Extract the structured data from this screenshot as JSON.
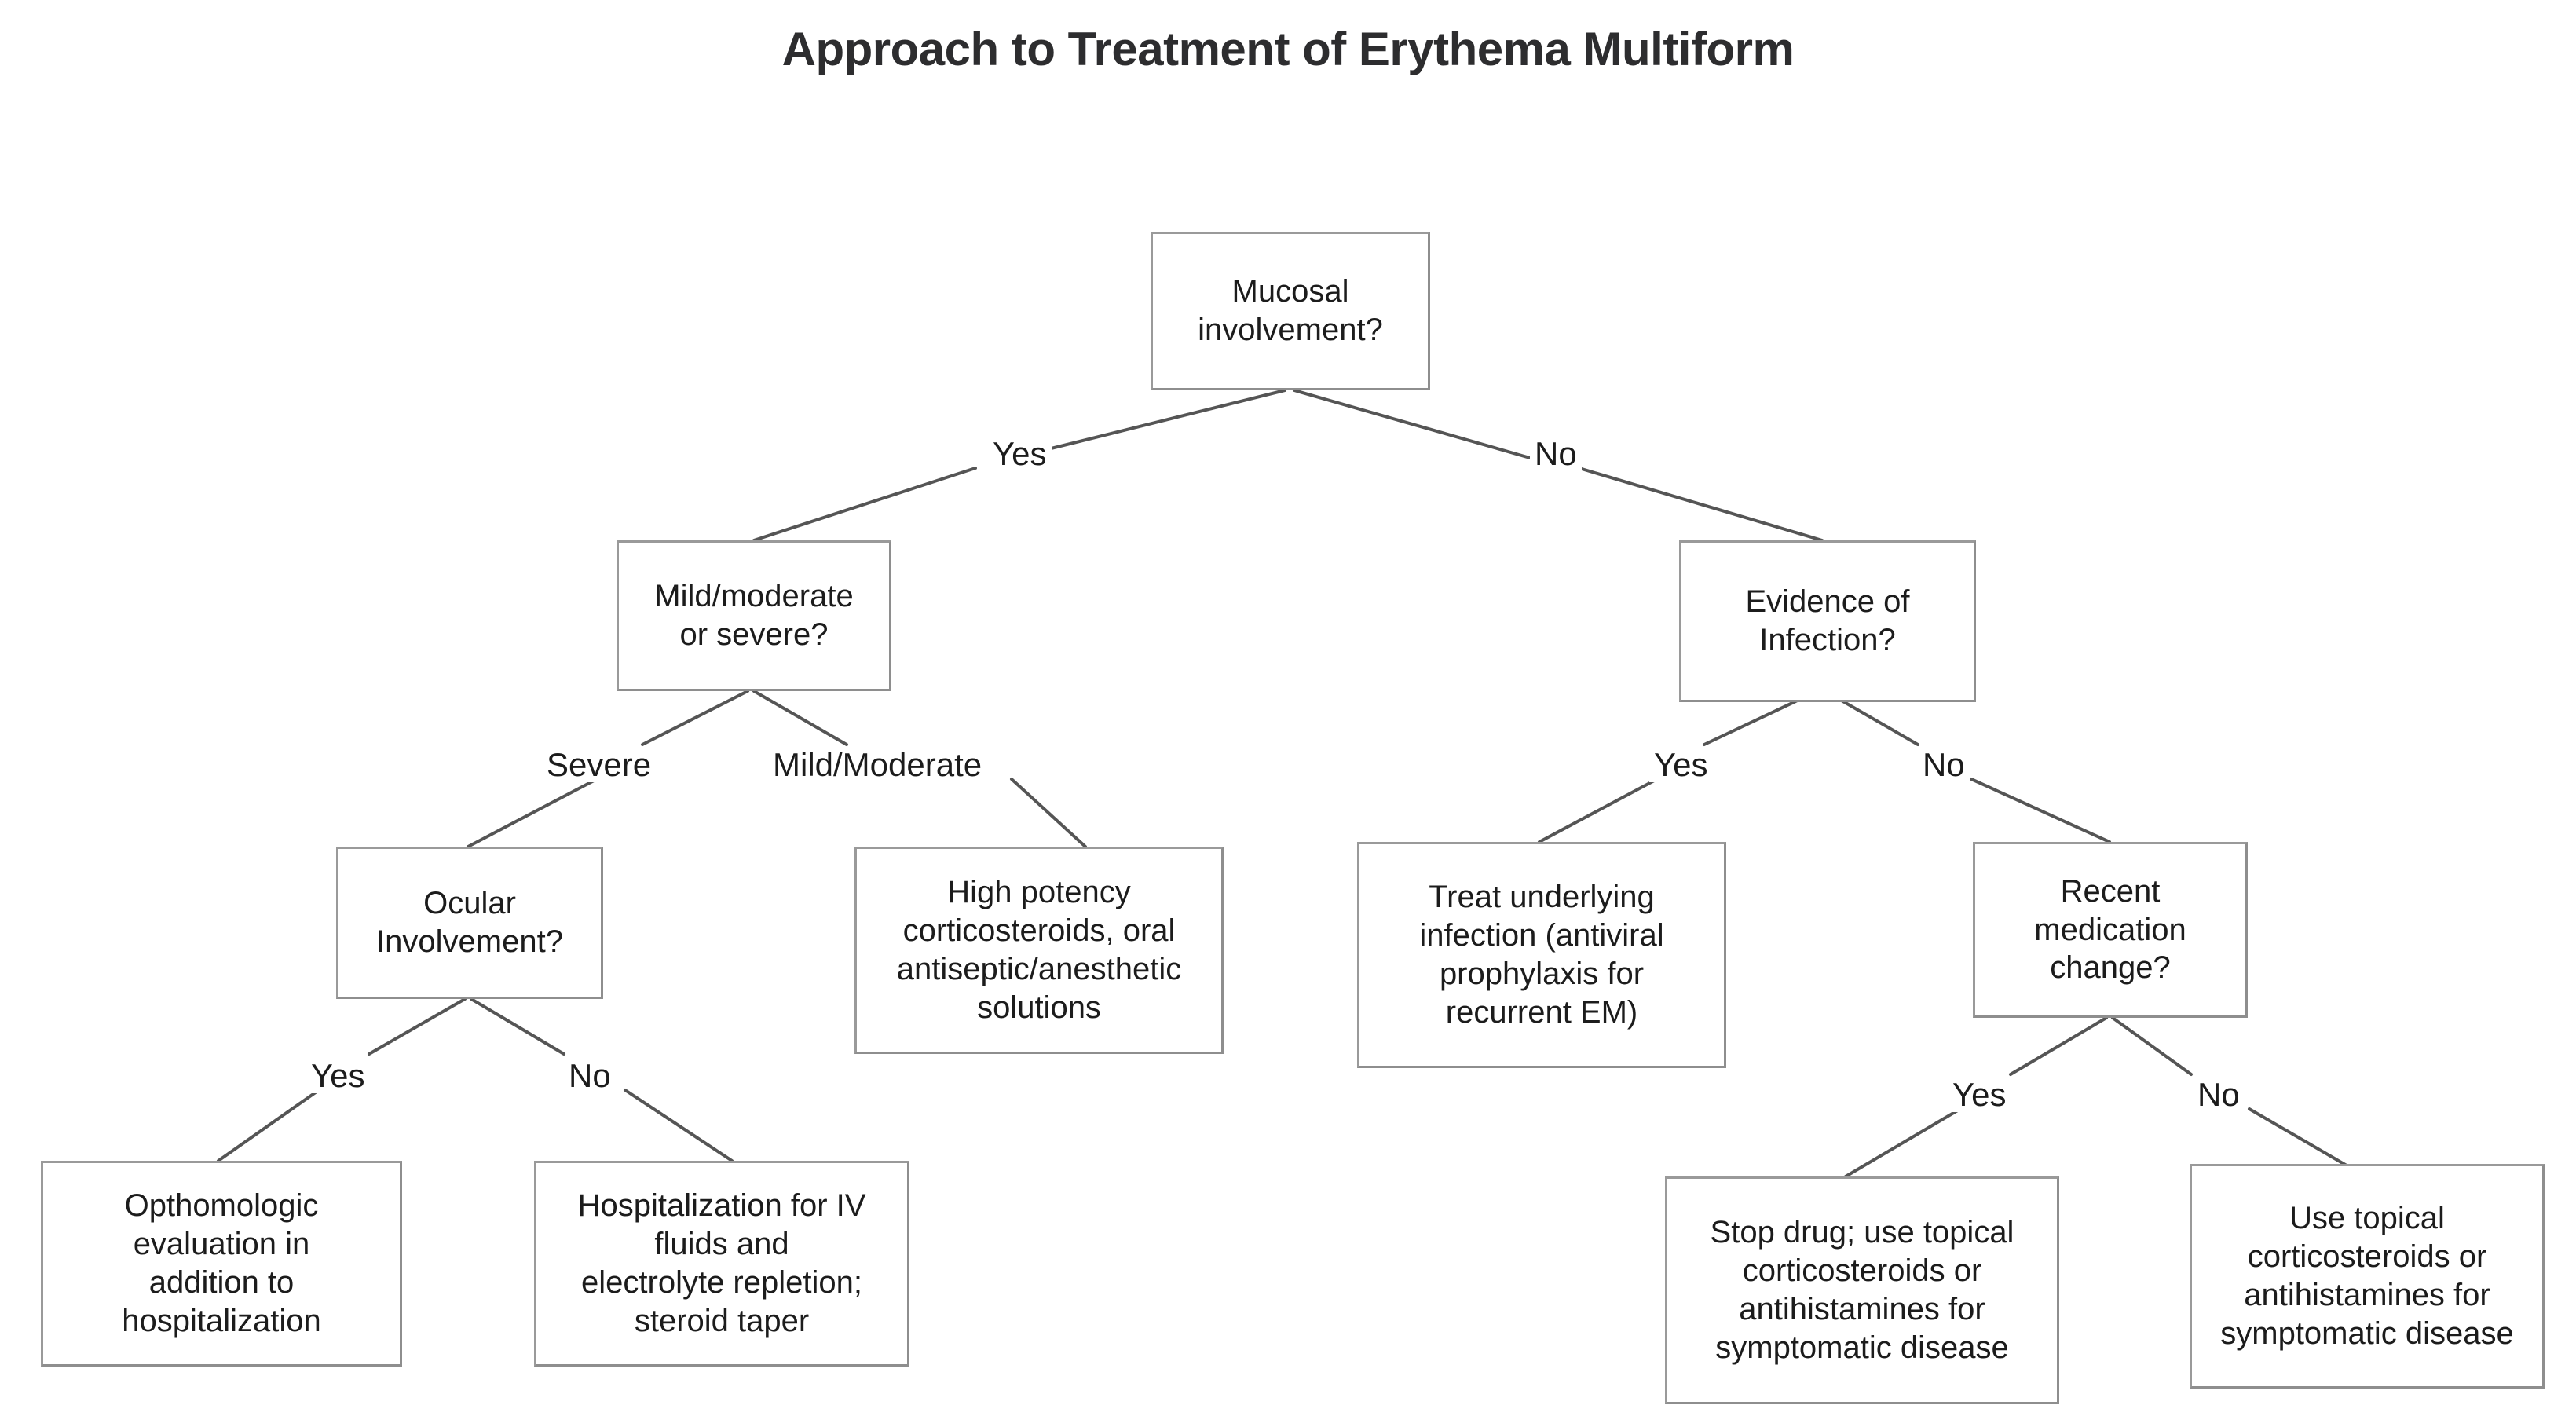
{
  "title": "Approach to Treatment of Erythema Multiform",
  "chart_data": {
    "type": "diagram",
    "diagram_kind": "decision-tree-flowchart",
    "title": "Approach to Treatment of Erythema Multiform",
    "orientation": "top-down",
    "node_shape": "rectangle",
    "colors": {
      "background": "#ffffff",
      "node_fill": "#ffffff",
      "node_border": "#9a9a9a",
      "text": "#1c1c1c",
      "title_text": "#2d2d2f",
      "edge_line": "#555555"
    },
    "nodes": [
      {
        "id": "root",
        "label": "Mucosal\ninvolvement?",
        "type": "decision",
        "level": 0
      },
      {
        "id": "severity",
        "label": "Mild/moderate\nor severe?",
        "type": "decision",
        "level": 1
      },
      {
        "id": "infection",
        "label": "Evidence of\nInfection?",
        "type": "decision",
        "level": 1
      },
      {
        "id": "ocular",
        "label": "Ocular\nInvolvement?",
        "type": "decision",
        "level": 2
      },
      {
        "id": "highpotency",
        "label": "High potency\ncorticosteroids, oral\nantiseptic/anesthetic\nsolutions",
        "type": "outcome",
        "level": 2
      },
      {
        "id": "treatinfection",
        "label": "Treat underlying\ninfection (antiviral\nprophylaxis for\nrecurrent EM)",
        "type": "outcome",
        "level": 2
      },
      {
        "id": "medchange",
        "label": "Recent\nmedication\nchange?",
        "type": "decision",
        "level": 2
      },
      {
        "id": "ophtho",
        "label": "Opthomologic\nevaluation in\naddition to\nhospitalization",
        "type": "outcome",
        "level": 3
      },
      {
        "id": "hospital",
        "label": "Hospitalization for IV\nfluids and\nelectrolyte repletion;\nsteroid taper",
        "type": "outcome",
        "level": 3
      },
      {
        "id": "stopdrug",
        "label": "Stop drug; use topical\ncorticosteroids or\nantihistamines for\nsymptomatic disease",
        "type": "outcome",
        "level": 3
      },
      {
        "id": "usetopical",
        "label": "Use topical\ncorticosteroids or\nantihistamines for\nsymptomatic disease",
        "type": "outcome",
        "level": 3
      }
    ],
    "edges": [
      {
        "from": "root",
        "to": "severity",
        "label": "Yes"
      },
      {
        "from": "root",
        "to": "infection",
        "label": "No"
      },
      {
        "from": "severity",
        "to": "ocular",
        "label": "Severe"
      },
      {
        "from": "severity",
        "to": "highpotency",
        "label": "Mild/Moderate"
      },
      {
        "from": "infection",
        "to": "treatinfection",
        "label": "Yes"
      },
      {
        "from": "infection",
        "to": "medchange",
        "label": "No"
      },
      {
        "from": "ocular",
        "to": "ophtho",
        "label": "Yes"
      },
      {
        "from": "ocular",
        "to": "hospital",
        "label": "No"
      },
      {
        "from": "medchange",
        "to": "stopdrug",
        "label": "Yes"
      },
      {
        "from": "medchange",
        "to": "usetopical",
        "label": "No"
      }
    ]
  },
  "nodes": {
    "root": {
      "label": "Mucosal\ninvolvement?"
    },
    "severity": {
      "label": "Mild/moderate\nor severe?"
    },
    "infection": {
      "label": "Evidence of\nInfection?"
    },
    "ocular": {
      "label": "Ocular\nInvolvement?"
    },
    "highpotency": {
      "label": "High potency\ncorticosteroids, oral\nantiseptic/anesthetic\nsolutions"
    },
    "treatinfection": {
      "label": "Treat underlying\ninfection (antiviral\nprophylaxis for\nrecurrent EM)"
    },
    "medchange": {
      "label": "Recent\nmedication\nchange?"
    },
    "ophtho": {
      "label": "Opthomologic\nevaluation in\naddition to\nhospitalization"
    },
    "hospital": {
      "label": "Hospitalization for IV\nfluids and\nelectrolyte repletion;\nsteroid taper"
    },
    "stopdrug": {
      "label": "Stop drug; use topical\ncorticosteroids or\nantihistamines for\nsymptomatic disease"
    },
    "usetopical": {
      "label": "Use topical\ncorticosteroids or\nantihistamines for\nsymptomatic disease"
    }
  },
  "edge_labels": {
    "root_yes": "Yes",
    "root_no": "No",
    "severity_severe": "Severe",
    "severity_mild": "Mild/Moderate",
    "infection_yes": "Yes",
    "infection_no": "No",
    "ocular_yes": "Yes",
    "ocular_no": "No",
    "medchange_yes": "Yes",
    "medchange_no": "No"
  }
}
